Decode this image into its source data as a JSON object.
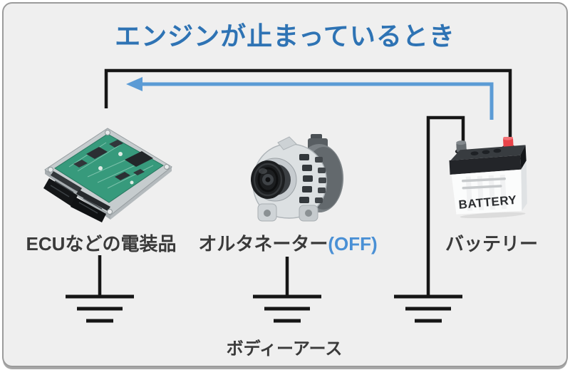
{
  "title": "エンジンが止まっているとき",
  "components": {
    "ecu": {
      "label": "ECUなどの電装品"
    },
    "alternator": {
      "label": "オルタネーター",
      "status": "(OFF)"
    },
    "battery": {
      "label": "バッテリー",
      "case_text": "BATTERY"
    }
  },
  "ground": {
    "label": "ボディーアース"
  },
  "colors": {
    "title_blue": "#2e73b4",
    "current_arrow_blue": "#5b9bd5",
    "status_off_blue": "#4a90d5",
    "wire_black": "#161616",
    "label_gray": "#3a3a3a",
    "background": "#efefef"
  },
  "icons": {
    "ecu_image": "ecu-circuit-board",
    "alternator_image": "alternator",
    "battery_image": "car-battery",
    "ground_symbol": "earth-ground",
    "current_arrow": "left-arrow"
  }
}
